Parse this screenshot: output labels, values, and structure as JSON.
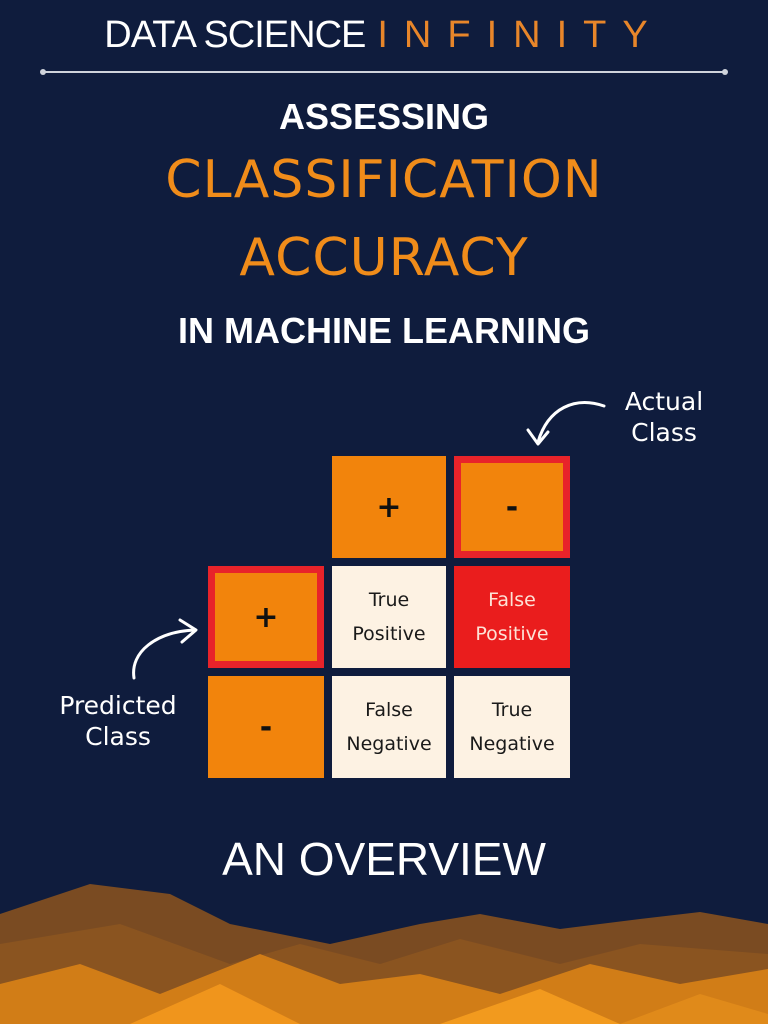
{
  "brand": {
    "part1": "DATA SCIENCE",
    "part2": "INFINITY"
  },
  "title": {
    "line1": "ASSESSING",
    "line2": "CLASSIFICATION",
    "line3": "ACCURACY",
    "line4": "IN MACHINE LEARNING"
  },
  "matrix": {
    "actual_pos": "+",
    "actual_neg": "-",
    "pred_pos": "+",
    "pred_neg": "-",
    "tp": "True Positive",
    "fp": "False Positive",
    "fn": "False Negative",
    "tn": "True Negative"
  },
  "notes": {
    "actual": "Actual Class",
    "predicted": "Predicted Class"
  },
  "footer": {
    "overview": "AN OVERVIEW"
  },
  "colors": {
    "background": "#0f1c3d",
    "orange": "#f2840c",
    "red": "#ea1d1d",
    "cream": "#fdf2e3"
  }
}
